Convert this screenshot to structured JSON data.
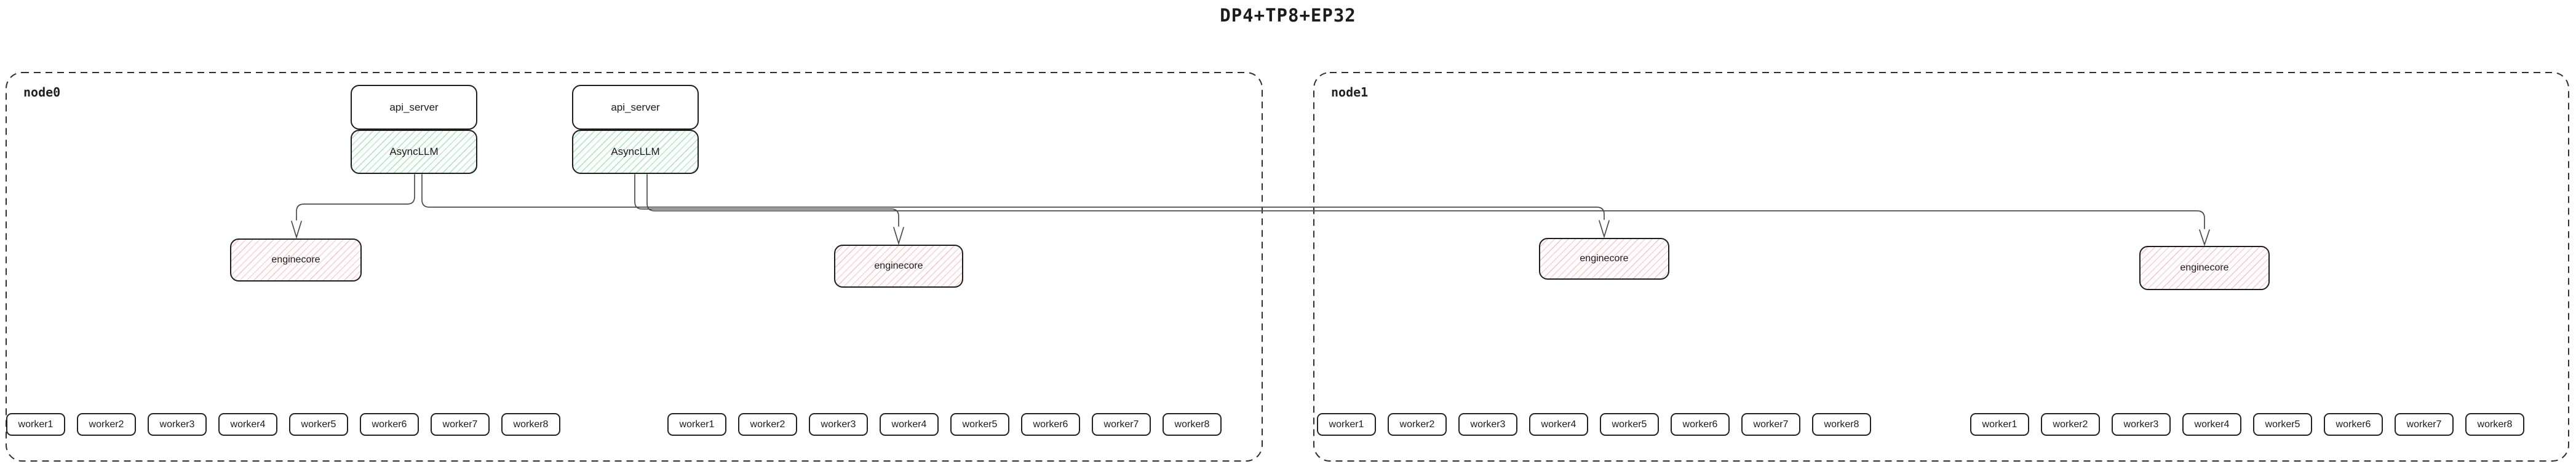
{
  "title": "DP4+TP8+EP32",
  "colors": {
    "box_border": "#1d1d1d",
    "node_border": "#2e2e2e",
    "edge": "#4b4b4b",
    "async_llm_hatch": "#66cc8a",
    "enginecore_hatch": "#eb8282",
    "text": "#1c1c1c"
  },
  "nodes": [
    {
      "label": "node0",
      "stacks": [
        {
          "api_server": "api_server",
          "async_llm": "AsyncLLM"
        },
        {
          "api_server": "api_server",
          "async_llm": "AsyncLLM"
        }
      ],
      "enginecores": [
        {
          "label": "enginecore"
        },
        {
          "label": "enginecore"
        }
      ],
      "worker_groups": [
        {
          "workers": [
            "worker1",
            "worker2",
            "worker3",
            "worker4",
            "worker5",
            "worker6",
            "worker7",
            "worker8"
          ]
        },
        {
          "workers": [
            "worker1",
            "worker2",
            "worker3",
            "worker4",
            "worker5",
            "worker6",
            "worker7",
            "worker8"
          ]
        }
      ]
    },
    {
      "label": "node1",
      "stacks": [],
      "enginecores": [
        {
          "label": "enginecore"
        },
        {
          "label": "enginecore"
        }
      ],
      "worker_groups": [
        {
          "workers": [
            "worker1",
            "worker2",
            "worker3",
            "worker4",
            "worker5",
            "worker6",
            "worker7",
            "worker8"
          ]
        },
        {
          "workers": [
            "worker1",
            "worker2",
            "worker3",
            "worker4",
            "worker5",
            "worker6",
            "worker7",
            "worker8"
          ]
        }
      ]
    }
  ]
}
